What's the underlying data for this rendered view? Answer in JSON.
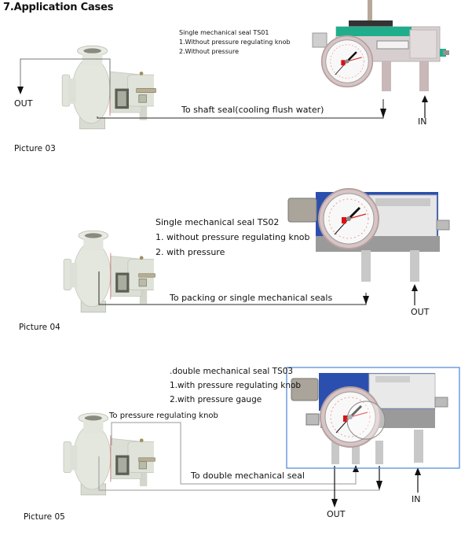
{
  "page_title": "7.Application Cases",
  "sections": [
    {
      "picture_label": "Picture 03",
      "description": [
        "Single mechanical seal TS01",
        "1.Without pressure regulating knob",
        "2.Without pressure"
      ],
      "flow_label": "To shaft seal(cooling flush water)",
      "out_label": "OUT",
      "in_label": "IN",
      "device_color": "#1fae8c"
    },
    {
      "picture_label": "Picture 04",
      "description": [
        "Single mechanical seal TS02",
        "1. without pressure regulating knob",
        "2. with pressure"
      ],
      "flow_label": "To packing or single mechanical seals",
      "out_label": "OUT",
      "device_color": "#2b4fae"
    },
    {
      "picture_label": "Picture 05",
      "description": [
        ".double mechanical seal TS03",
        "1.with pressure regulating knob",
        "2.with pressure gauge"
      ],
      "knob_label": "To pressure regulating knob",
      "flow_label": "To double mechanical seal",
      "out_label": "OUT",
      "in_label": "IN",
      "device_color": "#2b4fae",
      "frame_color": "#4a86d8"
    }
  ]
}
